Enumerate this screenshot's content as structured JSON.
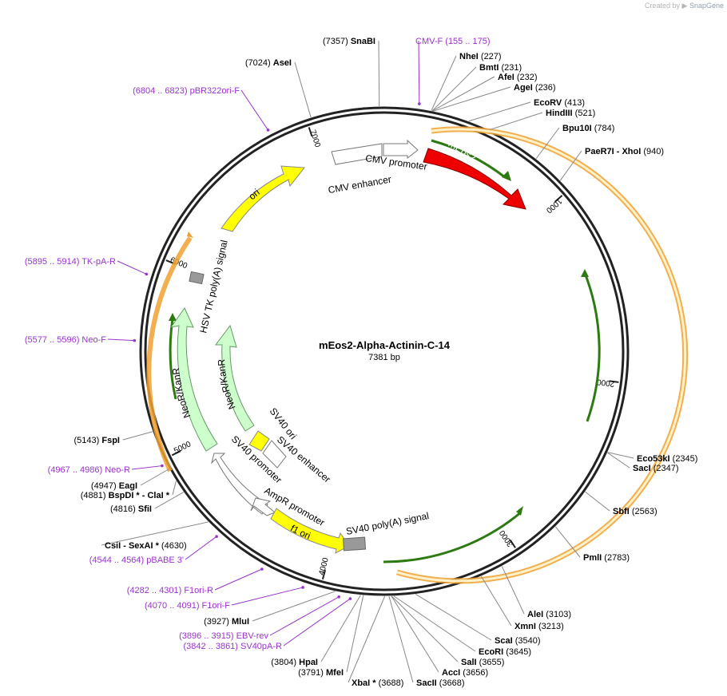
{
  "credit": {
    "prefix": "Created by",
    "brand": "SnapGene"
  },
  "plasmid": {
    "name": "mEos2-Alpha-Actinin-C-14",
    "size_label": "7381 bp",
    "length": 7381
  },
  "ticks": [
    1000,
    2000,
    3000,
    4000,
    5000,
    6000,
    7000
  ],
  "tick_labels": [
    "1000",
    "2000",
    "3000",
    "4000",
    "5000",
    "6000",
    "7000"
  ],
  "sites": [
    {
      "pos": 7357,
      "text": "(7357)",
      "name": "SnaBI"
    },
    {
      "pos": 7024,
      "text": "(7024)",
      "name": "AseI"
    },
    {
      "pos": 227,
      "text": "(227)",
      "name": "NheI"
    },
    {
      "pos": 231,
      "text": "(231)",
      "name": "BmtI"
    },
    {
      "pos": 232,
      "text": "(232)",
      "name": "AfeI"
    },
    {
      "pos": 236,
      "text": "(236)",
      "name": "AgeI"
    },
    {
      "pos": 413,
      "text": "(413)",
      "name": "EcoRV"
    },
    {
      "pos": 521,
      "text": "(521)",
      "name": "HindIII"
    },
    {
      "pos": 784,
      "text": "(784)",
      "name": "Bpu10I"
    },
    {
      "pos": 940,
      "text": "(940)",
      "name": "PaeR7I  - XhoI"
    },
    {
      "pos": 2345,
      "text": "(2345)",
      "name": "Eco53kI"
    },
    {
      "pos": 2347,
      "text": "(2347)",
      "name": "SacI"
    },
    {
      "pos": 2563,
      "text": "(2563)",
      "name": "SbfI"
    },
    {
      "pos": 2783,
      "text": "(2783)",
      "name": "PmlI"
    },
    {
      "pos": 3103,
      "text": "(3103)",
      "name": "AleI"
    },
    {
      "pos": 3213,
      "text": "(3213)",
      "name": "XmnI"
    },
    {
      "pos": 3540,
      "text": "(3540)",
      "name": "ScaI"
    },
    {
      "pos": 3645,
      "text": "(3645)",
      "name": "EcoRI"
    },
    {
      "pos": 3655,
      "text": "(3655)",
      "name": "SalI"
    },
    {
      "pos": 3656,
      "text": "(3656)",
      "name": "AccI"
    },
    {
      "pos": 3668,
      "text": "(3668)",
      "name": "SacII"
    },
    {
      "pos": 3688,
      "text": "(3688)",
      "name": "XbaI *"
    },
    {
      "pos": 3791,
      "text": "(3791)",
      "name": "MfeI"
    },
    {
      "pos": 3804,
      "text": "(3804)",
      "name": "HpaI"
    },
    {
      "pos": 3927,
      "text": "(3927)",
      "name": "MluI"
    },
    {
      "pos": 4630,
      "text": "(4630)",
      "name": "CsiI  - SexAI *"
    },
    {
      "pos": 4816,
      "text": "(4816)",
      "name": "SfiI"
    },
    {
      "pos": 4881,
      "text": "(4881)",
      "name": "BspDI *  - ClaI *"
    },
    {
      "pos": 4947,
      "text": "(4947)",
      "name": "EagI"
    },
    {
      "pos": 5143,
      "text": "(5143)",
      "name": "FspI"
    }
  ],
  "primers": [
    {
      "pos": 165,
      "name": "CMV-F",
      "range": "(155 .. 175)"
    },
    {
      "pos": 6813,
      "name": "pBR322ori-F",
      "range": "(6804 .. 6823)"
    },
    {
      "pos": 5904,
      "name": "TK-pA-R",
      "range": "(5895 .. 5914)"
    },
    {
      "pos": 5586,
      "name": "Neo-F",
      "range": "(5577 .. 5596)"
    },
    {
      "pos": 4976,
      "name": "Neo-R",
      "range": "(4967 .. 4986)"
    },
    {
      "pos": 4554,
      "name": "pBABE 3'",
      "range": "(4544 .. 4564)"
    },
    {
      "pos": 4291,
      "name": "F1ori-R",
      "range": "(4282 .. 4301)"
    },
    {
      "pos": 4080,
      "name": "F1ori-F",
      "range": "(4070 .. 4091)"
    },
    {
      "pos": 3905,
      "name": "EBV-rev",
      "range": "(3896 .. 3915)"
    },
    {
      "pos": 3851,
      "name": "SV40pA-R",
      "range": "(3842 .. 3861)"
    }
  ],
  "features": [
    {
      "name": "CMV enhancer",
      "label": "CMV enhancer"
    },
    {
      "name": "CMV promoter",
      "label": "CMV promoter"
    },
    {
      "name": "mEos2",
      "label": "mEos2"
    },
    {
      "name": "ori",
      "label": "ori"
    },
    {
      "name": "HSV TK poly(A) signal",
      "label": "HSV TK poly(A) signal"
    },
    {
      "name": "NeoR/KanR",
      "label": "NeoR/KanR"
    },
    {
      "name": "SV40 ori",
      "label": "SV40 ori"
    },
    {
      "name": "SV40 enhancer",
      "label": "SV40 enhancer"
    },
    {
      "name": "SV40 promoter",
      "label": "SV40 promoter"
    },
    {
      "name": "AmpR promoter",
      "label": "AmpR promoter"
    },
    {
      "name": "f1 ori",
      "label": "f1 ori"
    },
    {
      "name": "SV40 poly(A) signal",
      "label": "SV40 poly(A) signal"
    }
  ],
  "colors": {
    "backbone": "#222222",
    "site_line": "#777777",
    "primer": "#9933cc",
    "orf_outline": "#f0a030",
    "orf_arrow": "#2d7a12",
    "mEos2": "#ee0000",
    "ori": "#ffff00",
    "neo": "#ccffcc",
    "polyA": "#999999",
    "promoter": "#ffffff"
  }
}
